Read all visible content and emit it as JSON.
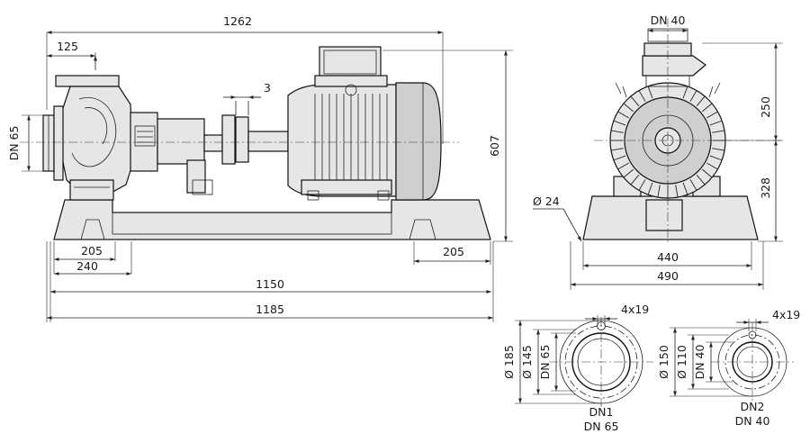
{
  "dimensions": {
    "overall_length": "1262",
    "suction_offset": "125",
    "coupling_gap": "3",
    "height_total": "607",
    "foot_width_left": "205",
    "foot_edge_left": "240",
    "foot_width_right": "205",
    "bolt_spacing": "1150",
    "base_length": "1185",
    "outlet_dn": "DN 40",
    "shaft_height_upper": "250",
    "shaft_height_lower": "328",
    "hole_diameter": "Ø 24",
    "base_width_inner": "440",
    "base_width_outer": "490",
    "inlet_dn": "DN 65"
  },
  "flange_dn1": {
    "outer_diameter": "Ø 185",
    "bolt_circle": "Ø 145",
    "bore_label": "DN 65",
    "bolt_holes": "4x19",
    "name": "DN1",
    "size": "DN 65"
  },
  "flange_dn2": {
    "outer_diameter": "Ø 150",
    "bolt_circle": "Ø 110",
    "bore_label": "DN 40",
    "bolt_holes": "4x19",
    "name": "DN2",
    "size": "DN 40"
  }
}
